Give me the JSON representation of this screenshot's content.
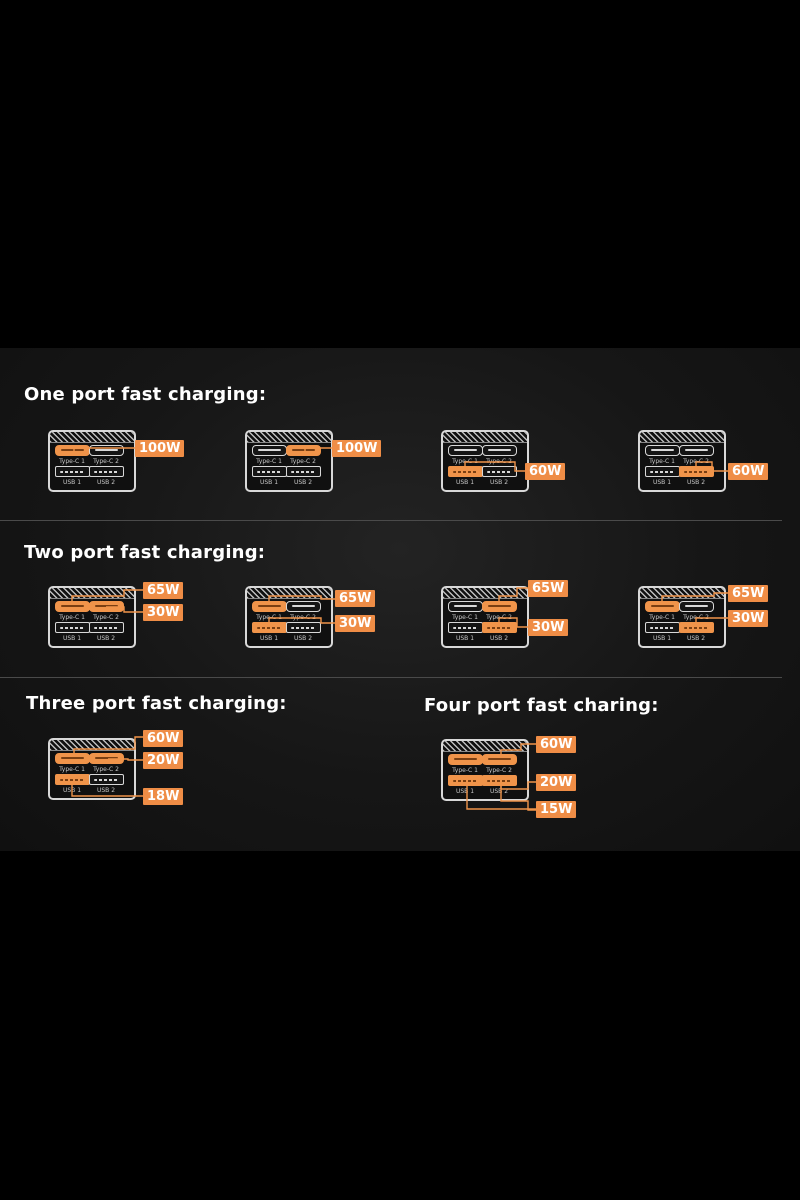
{
  "headings": {
    "one_port": "One port fast charging:",
    "two_port": "Two port fast charging:",
    "three_port": "Three port fast charging:",
    "four_port": "Four port fast charing:"
  },
  "port_labels": {
    "c1": "Type-C 1",
    "c2": "Type-C 2",
    "u1": "USB 1",
    "u2": "USB 2"
  },
  "one_port": [
    {
      "active": [
        "c1"
      ],
      "badges": [
        "100W"
      ]
    },
    {
      "active": [
        "c2"
      ],
      "badges": [
        "100W"
      ]
    },
    {
      "active": [
        "u1"
      ],
      "badges": [
        "60W"
      ]
    },
    {
      "active": [
        "u2"
      ],
      "badges": [
        "60W"
      ]
    }
  ],
  "two_port": [
    {
      "active": [
        "c1",
        "c2"
      ],
      "badges": [
        "65W",
        "30W"
      ]
    },
    {
      "active": [
        "c1",
        "u1"
      ],
      "badges": [
        "65W",
        "30W"
      ]
    },
    {
      "active": [
        "c2",
        "u2"
      ],
      "badges": [
        "65W",
        "30W"
      ]
    },
    {
      "active": [
        "c1",
        "u2"
      ],
      "badges": [
        "65W",
        "30W"
      ]
    }
  ],
  "three_port": {
    "active": [
      "c1",
      "c2",
      "u1"
    ],
    "badges": [
      "60W",
      "20W",
      "18W"
    ]
  },
  "four_port": {
    "active": [
      "c1",
      "c2",
      "u1",
      "u2"
    ],
    "badges": [
      "60W",
      "20W",
      "15W"
    ]
  },
  "colors": {
    "accent": "#ef8d46",
    "background": "#161616",
    "text": "#ffffff"
  }
}
